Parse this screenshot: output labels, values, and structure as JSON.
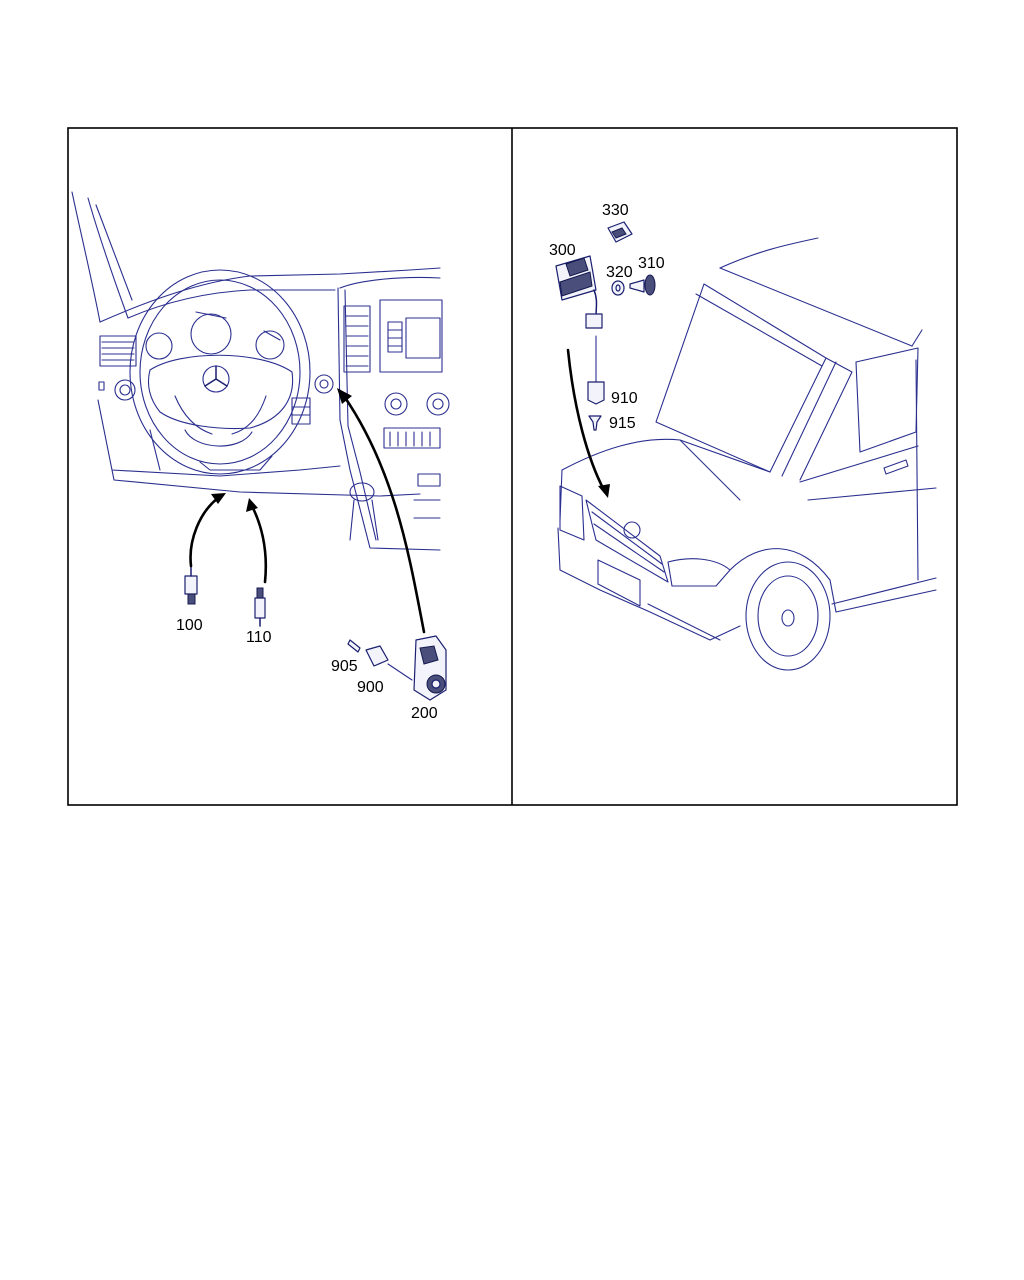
{
  "callouts": {
    "p100": "100",
    "p110": "110",
    "p200": "200",
    "p905": "905",
    "p900": "900",
    "p300": "300",
    "p330": "330",
    "p320": "320",
    "p310": "310",
    "p910": "910",
    "p915": "915"
  },
  "colors": {
    "line_art": "#2a2f8f",
    "frame": "#000000",
    "background": "#ffffff"
  }
}
